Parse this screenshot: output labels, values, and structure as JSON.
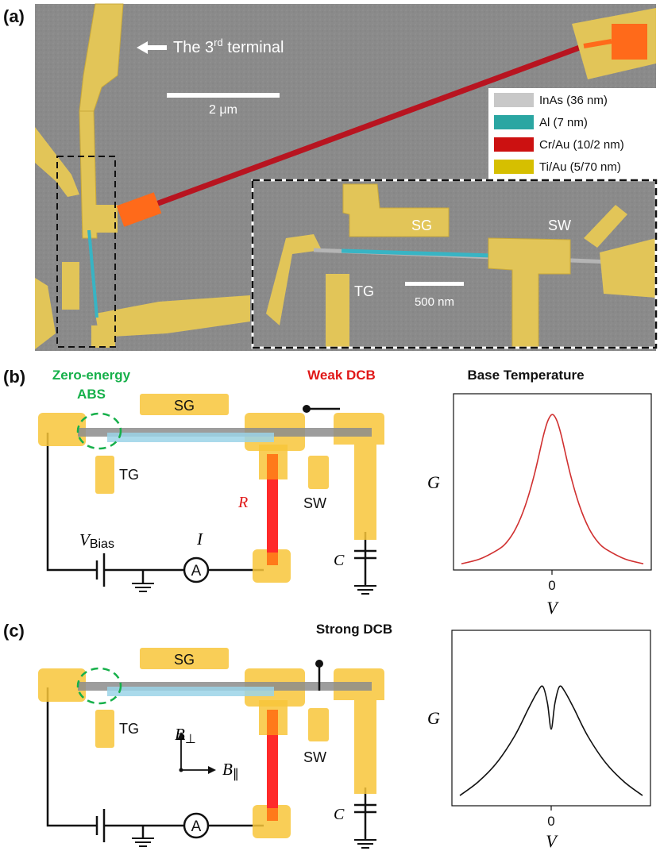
{
  "panels": {
    "a": {
      "label": "(a)",
      "terminal_label_main": "The 3",
      "terminal_label_sup": "rd",
      "terminal_label_end": " terminal",
      "scalebar_main": "2 μm",
      "scalebar_inset": "500 nm",
      "legend": [
        {
          "label": "InAs (36 nm)",
          "color": "#c8c8c8"
        },
        {
          "label": "Al (7 nm)",
          "color": "#2aa6a2"
        },
        {
          "label": "Cr/Au (10/2 nm)",
          "color": "#cc1111"
        },
        {
          "label": "Ti/Au (5/70 nm)",
          "color": "#d6bf00"
        }
      ],
      "inset_labels": {
        "sg": "SG",
        "sw": "SW",
        "tg": "TG"
      }
    },
    "b": {
      "label": "(b)",
      "abs_line1": "Zero-energy",
      "abs_line2": "ABS",
      "regime": "Weak DCB",
      "plot_title": "Base Temperature",
      "gates": {
        "sg": "SG",
        "tg": "TG",
        "sw": "SW"
      },
      "resistor": "R",
      "bias_main": "V",
      "bias_sub": "Bias",
      "current": "I",
      "ammeter": "A",
      "capacitor": "C",
      "ylabel": "G",
      "xlabel": "V",
      "xtick": "0"
    },
    "c": {
      "label": "(c)",
      "regime": "Strong DCB",
      "gates": {
        "sg": "SG",
        "tg": "TG",
        "sw": "SW"
      },
      "b_perp_main": "B",
      "b_perp_sub": "⊥",
      "b_par_main": "B",
      "b_par_sub": "∥",
      "ammeter": "A",
      "capacitor": "C",
      "ylabel": "G",
      "xlabel": "V",
      "xtick": "0"
    }
  },
  "colors": {
    "gate": "#f8c53a",
    "nanowire": "#8c8c8c",
    "al_shell": "#9bd4e8",
    "resistor": "#ff2a2a",
    "resistor_contact": "#ff7a1a",
    "abs": "#16b04a",
    "weak_curve": "#d03030",
    "strong_curve": "#111111",
    "regime_weak": "#e01818",
    "sem_bg": "#8a8a8a",
    "sem_gold": "#e2c558",
    "sem_red": "#b81420",
    "sem_orange": "#ff6a1a",
    "sem_teal": "#38b4c4"
  },
  "chart_data": [
    {
      "type": "line",
      "title": "Base Temperature",
      "xlabel": "V",
      "ylabel": "G",
      "x": [
        -1.0,
        -0.8,
        -0.6,
        -0.5,
        -0.4,
        -0.3,
        -0.2,
        -0.1,
        -0.05,
        0.0,
        0.05,
        0.1,
        0.2,
        0.3,
        0.4,
        0.5,
        0.6,
        0.8,
        1.0
      ],
      "series": [
        {
          "values": [
            0.04,
            0.07,
            0.13,
            0.18,
            0.27,
            0.41,
            0.61,
            0.86,
            0.96,
            1.0,
            0.96,
            0.86,
            0.61,
            0.41,
            0.27,
            0.18,
            0.13,
            0.07,
            0.04
          ]
        }
      ],
      "xlim": [
        -1.0,
        1.0
      ],
      "ylim": [
        0.0,
        1.1
      ]
    },
    {
      "type": "line",
      "xlabel": "V",
      "ylabel": "G",
      "x": [
        -1.0,
        -0.8,
        -0.6,
        -0.4,
        -0.25,
        -0.15,
        -0.09,
        -0.04,
        0.0,
        0.04,
        0.09,
        0.15,
        0.25,
        0.4,
        0.6,
        0.8,
        1.0
      ],
      "series": [
        {
          "values": [
            0.06,
            0.14,
            0.25,
            0.41,
            0.57,
            0.67,
            0.7,
            0.6,
            0.45,
            0.6,
            0.7,
            0.67,
            0.57,
            0.41,
            0.25,
            0.14,
            0.06
          ]
        }
      ],
      "xlim": [
        -1.0,
        1.0
      ],
      "ylim": [
        0.0,
        1.0
      ]
    }
  ]
}
